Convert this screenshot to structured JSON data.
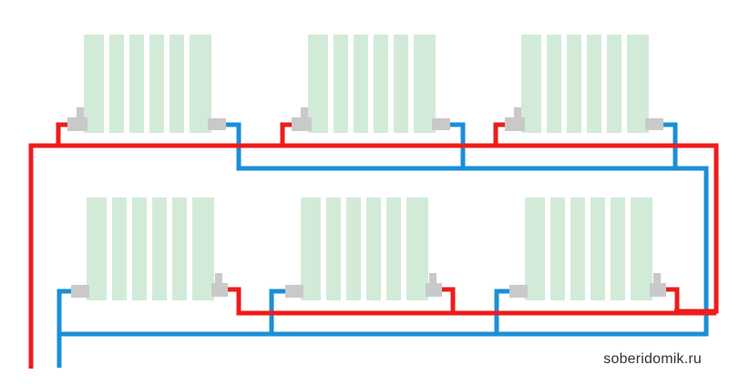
{
  "watermark": "soberidomik.ru",
  "colors": {
    "supply_pipe": "#ee1c1c",
    "return_pipe": "#1a8fd6",
    "radiator_fill": "#d2ebd8",
    "radiator_stroke": "#b7dbc1",
    "valve": "#c9c9c9",
    "background": "#ffffff"
  },
  "diagram": {
    "type": "two-pipe heating system",
    "radiators_per_row": 3,
    "rows": 2,
    "supply_color_name": "red",
    "return_color_name": "blue"
  }
}
